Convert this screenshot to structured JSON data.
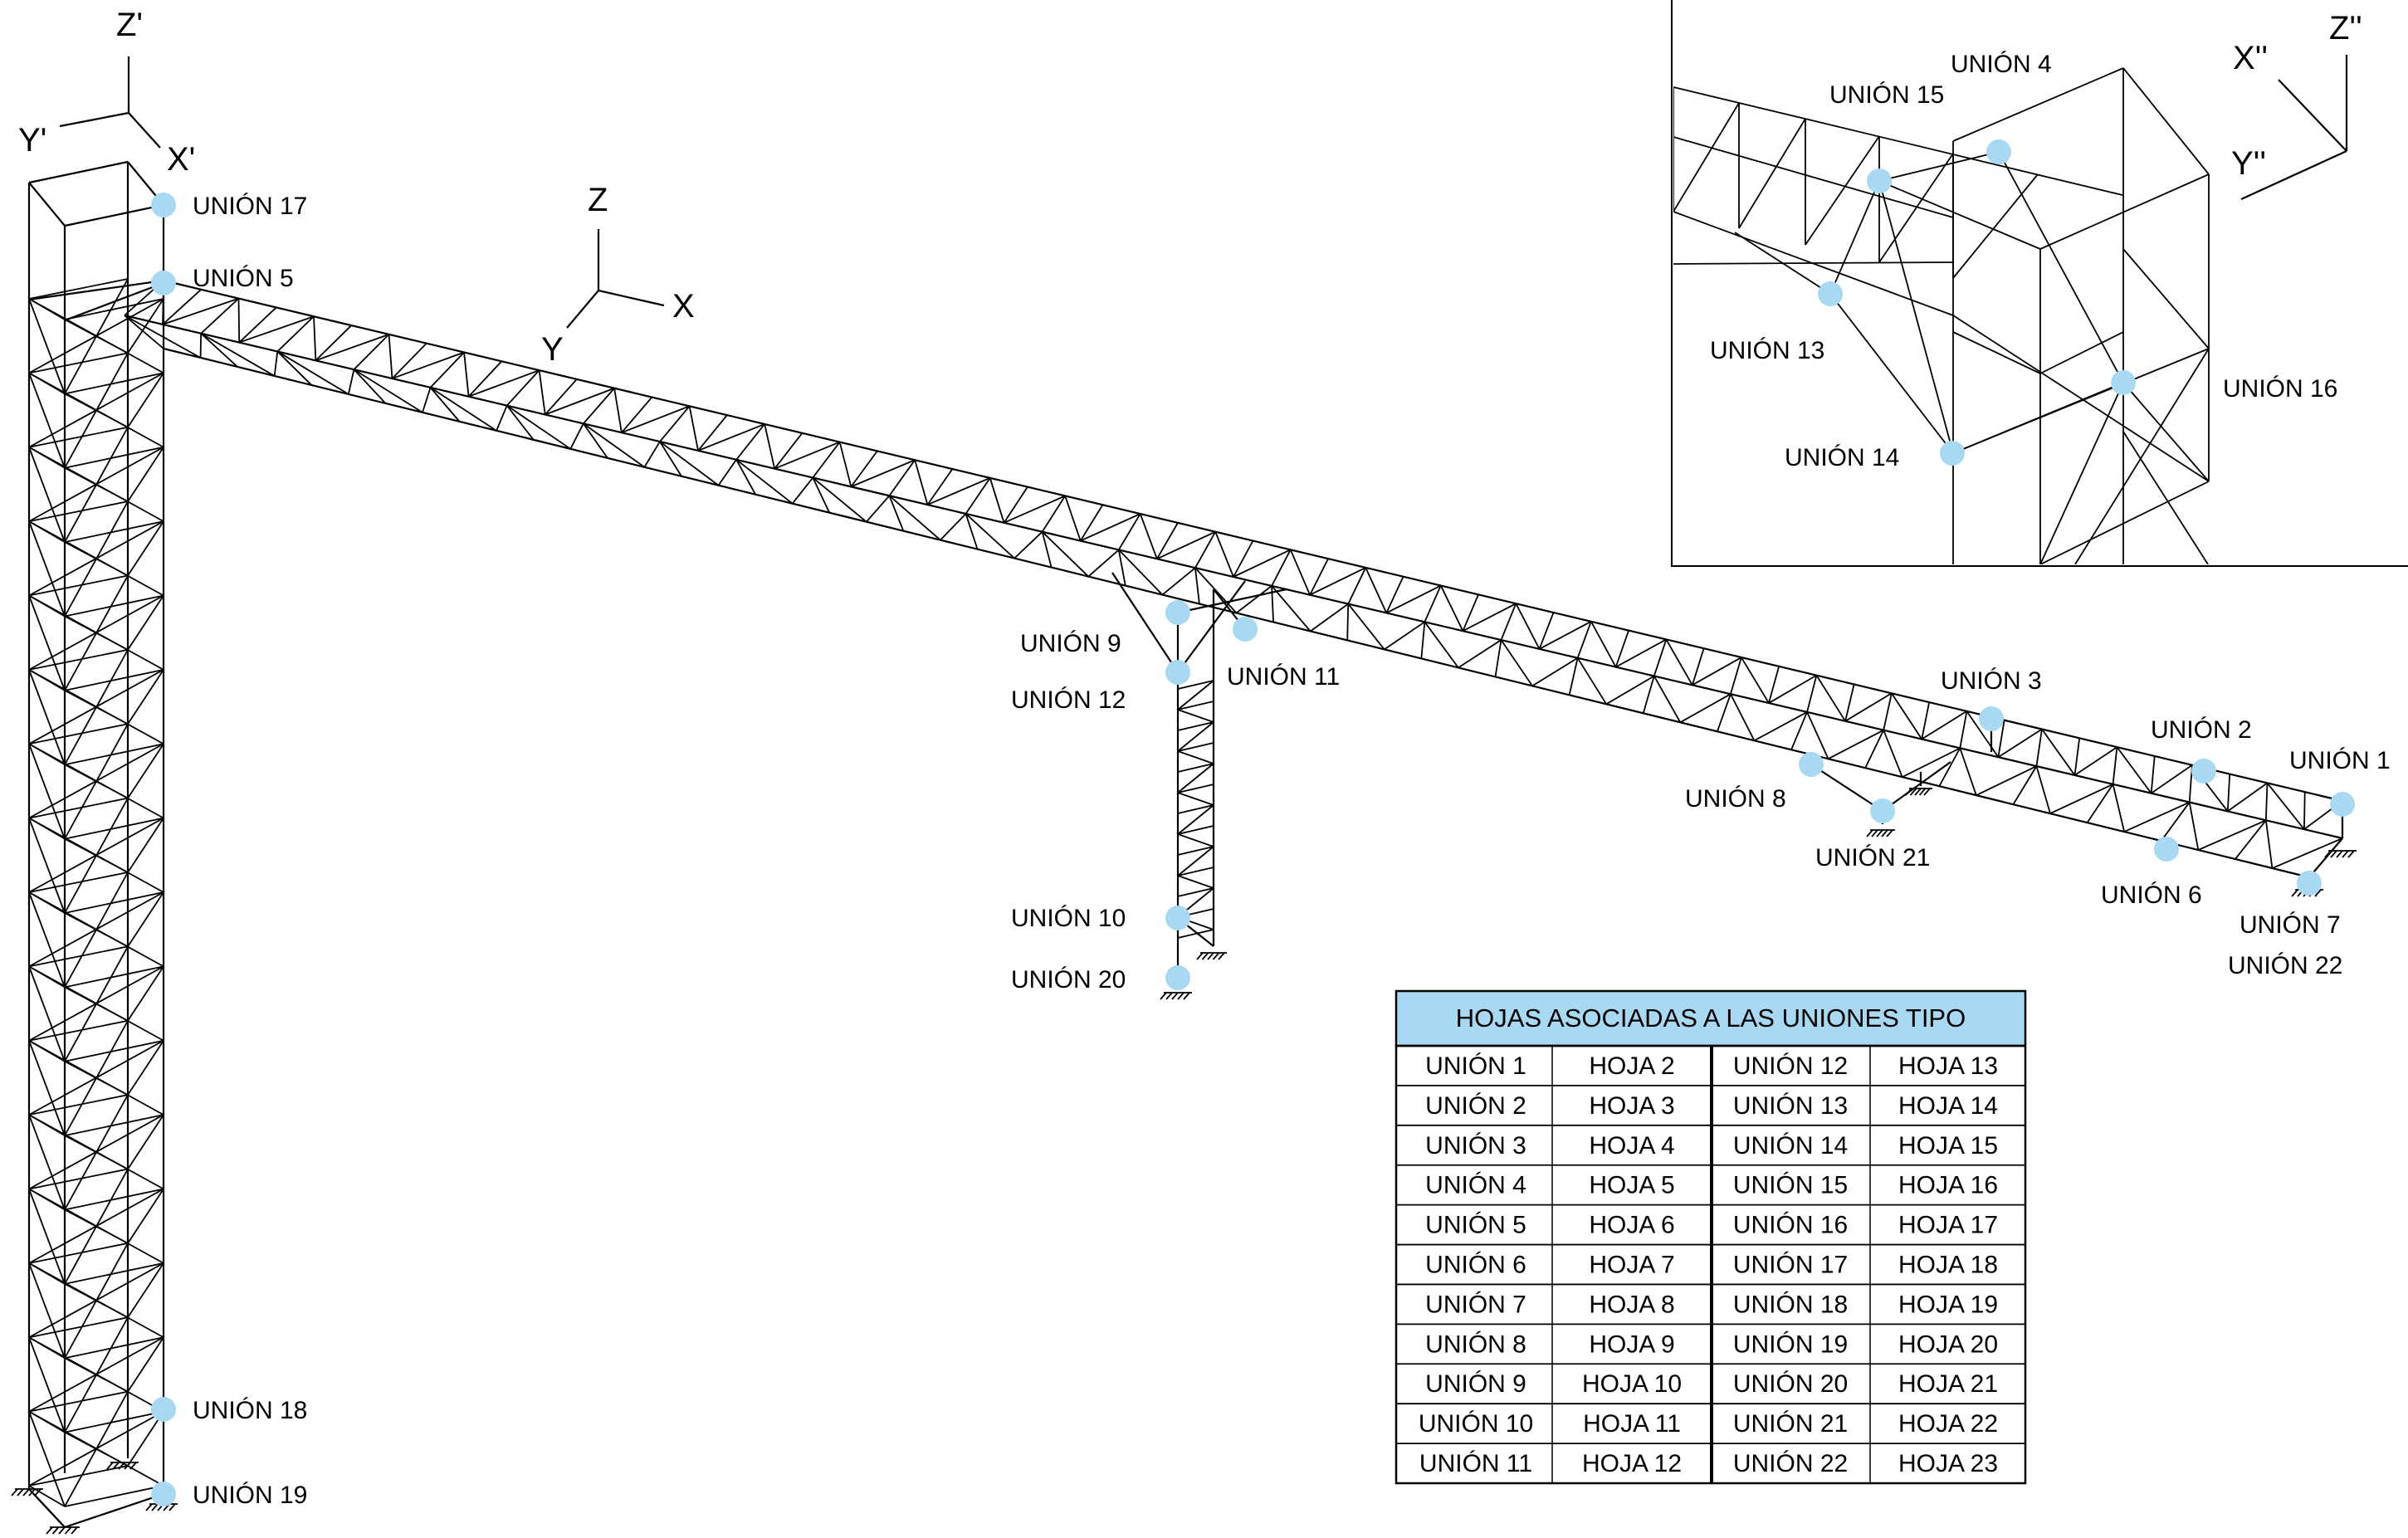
{
  "axes": {
    "main": {
      "x": "X",
      "y": "Y",
      "z": "Z"
    },
    "tower": {
      "x": "X'",
      "y": "Y'",
      "z": "Z'"
    },
    "detail": {
      "x": "X''",
      "y": "Y''",
      "z": "Z''"
    }
  },
  "unions": {
    "u1": "UNIÓN 1",
    "u2": "UNIÓN 2",
    "u3": "UNIÓN 3",
    "u4": "UNIÓN 4",
    "u5": "UNIÓN 5",
    "u6": "UNIÓN 6",
    "u7": "UNIÓN 7",
    "u8": "UNIÓN 8",
    "u9": "UNIÓN 9",
    "u10": "UNIÓN 10",
    "u11": "UNIÓN 11",
    "u12": "UNIÓN 12",
    "u13": "UNIÓN 13",
    "u14": "UNIÓN 14",
    "u15": "UNIÓN 15",
    "u16": "UNIÓN 16",
    "u17": "UNIÓN 17",
    "u18": "UNIÓN 18",
    "u19": "UNIÓN 19",
    "u20": "UNIÓN 20",
    "u21": "UNIÓN 21",
    "u22": "UNIÓN 22"
  },
  "table": {
    "title": "HOJAS ASOCIADAS A LAS UNIONES TIPO",
    "left": [
      [
        "UNIÓN 1",
        "HOJA 2"
      ],
      [
        "UNIÓN 2",
        "HOJA 3"
      ],
      [
        "UNIÓN 3",
        "HOJA 4"
      ],
      [
        "UNIÓN 4",
        "HOJA 5"
      ],
      [
        "UNIÓN 5",
        "HOJA 6"
      ],
      [
        "UNIÓN 6",
        "HOJA 7"
      ],
      [
        "UNIÓN 7",
        "HOJA 8"
      ],
      [
        "UNIÓN 8",
        "HOJA 9"
      ],
      [
        "UNIÓN 9",
        "HOJA 10"
      ],
      [
        "UNIÓN 10",
        "HOJA 11"
      ],
      [
        "UNIÓN 11",
        "HOJA 12"
      ]
    ],
    "right": [
      [
        "UNIÓN 12",
        "HOJA 13"
      ],
      [
        "UNIÓN 13",
        "HOJA 14"
      ],
      [
        "UNIÓN 14",
        "HOJA 15"
      ],
      [
        "UNIÓN 15",
        "HOJA 16"
      ],
      [
        "UNIÓN 16",
        "HOJA 17"
      ],
      [
        "UNIÓN 17",
        "HOJA 18"
      ],
      [
        "UNIÓN 18",
        "HOJA 19"
      ],
      [
        "UNIÓN 19",
        "HOJA 20"
      ],
      [
        "UNIÓN 20",
        "HOJA 21"
      ],
      [
        "UNIÓN 21",
        "HOJA 22"
      ],
      [
        "UNIÓN 22",
        "HOJA 23"
      ]
    ]
  },
  "colors": {
    "node_marker": "#a9d8f3",
    "table_header": "#a9d8f3",
    "line": "#000000"
  }
}
